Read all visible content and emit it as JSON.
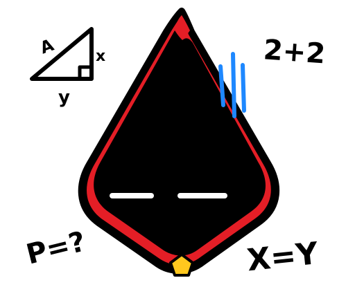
{
  "labels": {
    "triangle_hypotenuse": "A",
    "triangle_side": "x",
    "triangle_base": "y",
    "top_right_expression": "2+2",
    "bottom_left_expression": "P=?",
    "bottom_right_expression": "X=Y"
  },
  "colors": {
    "background": "#ffffff",
    "body_fill": "#000000",
    "body_rim": "#e41e26",
    "outline": "#000000",
    "eye": "#ffffff",
    "sweat_lines": "#1e88ff",
    "gem": "#ffc81e"
  },
  "icons": {
    "character": "crystal-creature",
    "triangle": "right-triangle-doodle",
    "sweat": "stress-lines",
    "gem": "pentagon-gem"
  }
}
